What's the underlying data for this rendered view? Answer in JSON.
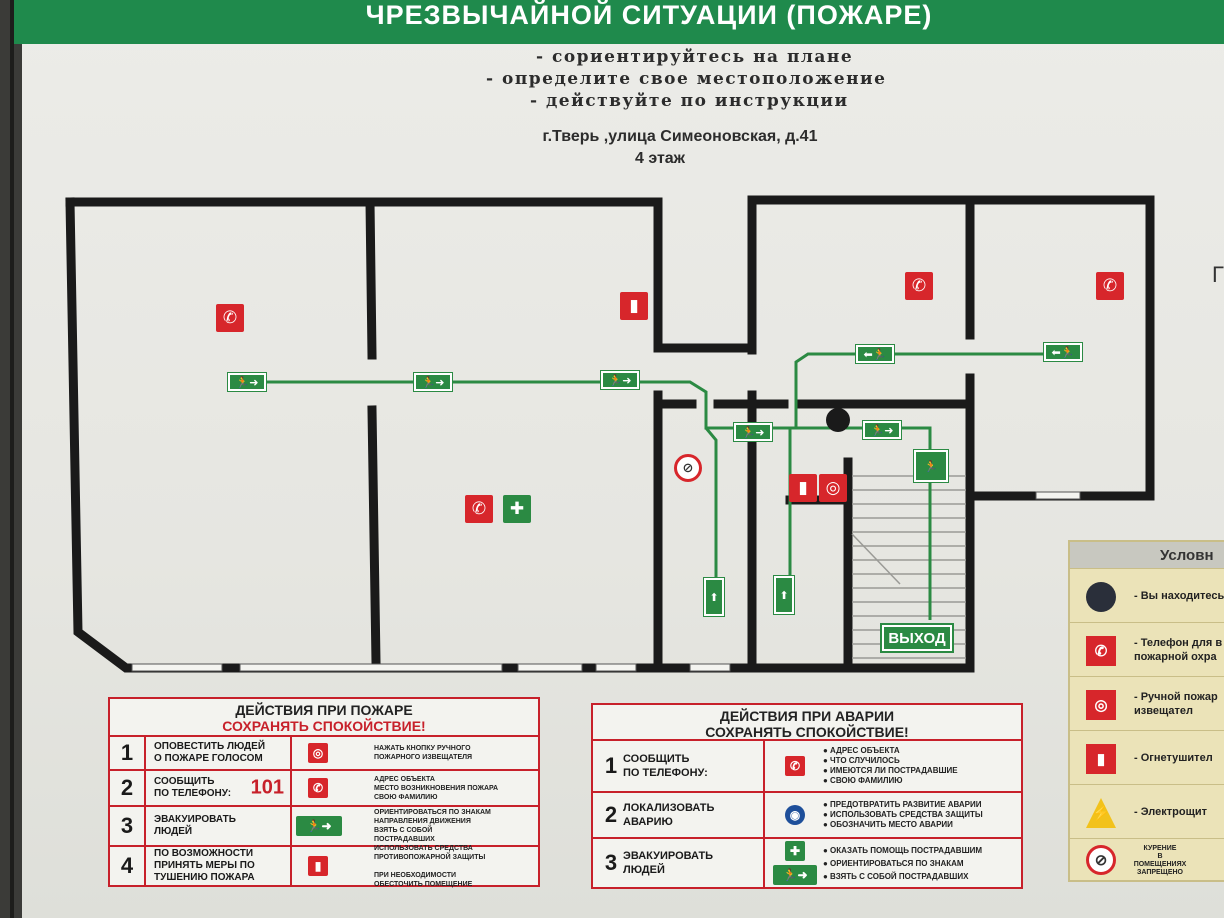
{
  "header": {
    "title": "ЧРЕЗВЫЧАЙНОЙ СИТУАЦИИ (ПОЖАРЕ)"
  },
  "instructions": [
    "- сориентируйтесь на плане",
    "- определите свое местоположение",
    "- действуйте по инструкции"
  ],
  "address": {
    "line": "г.Тверь ,улица Симеоновская, д.41",
    "floor": "4 этаж"
  },
  "plan": {
    "exit_label": "ВЫХОД",
    "colors": {
      "wall": "#1a1a1a",
      "route": "#2b8a43",
      "fire_red": "#d7262b",
      "safety_green": "#2b8a43"
    }
  },
  "fire_panel": {
    "title": "ДЕЙСТВИЯ ПРИ ПОЖАРЕ",
    "subtitle": "СОХРАНЯТЬ СПОКОЙСТВИЕ!",
    "rows": [
      {
        "num": "1",
        "label": "ОПОВЕСТИТЬ ЛЮДЕЙ\nО ПОЖАРЕ   ГОЛОСОМ",
        "icon": "alarm-button-icon",
        "desc": "НАЖАТЬ КНОПКУ РУЧНОГО\nПОЖАРНОГО ИЗВЕЩАТЕЛЯ"
      },
      {
        "num": "2",
        "label": "СООБЩИТЬ\nПО ТЕЛЕФОНУ:",
        "phone": "101",
        "icon": "phone-icon",
        "desc": "АДРЕС ОБЪЕКТА\nМЕСТО ВОЗНИКНОВЕНИЯ ПОЖАРА\nСВОЮ ФАМИЛИЮ"
      },
      {
        "num": "3",
        "label": "ЭВАКУИРОВАТЬ\nЛЮДЕЙ",
        "icon": "exit-arrow-icon",
        "desc": "ОРИЕНТИРОВАТЬСЯ ПО ЗНАКАМ\nНАПРАВЛЕНИЯ ДВИЖЕНИЯ\nВЗЯТЬ С СОБОЙ\nПОСТРАДАВШИХ"
      },
      {
        "num": "4",
        "label": "ПО ВОЗМОЖНОСТИ\nПРИНЯТЬ МЕРЫ ПО\nТУШЕНИЮ ПОЖАРА",
        "icon": "extinguisher-icon",
        "desc": "ИСПОЛЬЗОВАТЬ СРЕДСТВА\nПРОТИВОПОЖАРНОЙ ЗАЩИТЫ\n\nПРИ НЕОБХОДИМОСТИ\nОБЕСТОЧИТЬ ПОМЕЩЕНИЕ"
      }
    ]
  },
  "accident_panel": {
    "title": "ДЕЙСТВИЯ ПРИ АВАРИИ",
    "subtitle": "СОХРАНЯТЬ СПОКОЙСТВИЕ!",
    "rows": [
      {
        "num": "1",
        "label": "СООБЩИТЬ\nПО ТЕЛЕФОНУ:",
        "icon": "phone-icon",
        "desc": "● АДРЕС ОБЪЕКТА\n● ЧТО СЛУЧИЛОСЬ\n● ИМЕЮТСЯ ЛИ ПОСТРАДАВШИЕ\n● СВОЮ ФАМИЛИЮ"
      },
      {
        "num": "2",
        "label": "ЛОКАЛИЗОВАТЬ\nАВАРИЮ",
        "icon": "gas-mask-icon",
        "desc": "● ПРЕДОТВРАТИТЬ РАЗВИТИЕ АВАРИИ\n● ИСПОЛЬЗОВАТЬ СРЕДСТВА ЗАЩИТЫ\n● ОБОЗНАЧИТЬ МЕСТО АВАРИИ"
      },
      {
        "num": "3",
        "label": "ЭВАКУИРОВАТЬ\nЛЮДЕЙ",
        "icon": "first-aid-icon",
        "desc": "● ОКАЗАТЬ ПОМОЩЬ ПОСТРАДАВШИМ\n● ОРИЕНТИРОВАТЬСЯ ПО ЗНАКАМ\n● ВЗЯТЬ С СОБОЙ ПОСТРАДАВШИХ"
      }
    ]
  },
  "legend": {
    "title": "Условн",
    "items": [
      {
        "icon": "you-are-here-icon",
        "text": "- Вы находитесь"
      },
      {
        "icon": "phone-icon",
        "text": "- Телефон для в\nпожарной охра"
      },
      {
        "icon": "alarm-button-icon",
        "text": "- Ручной пожар\nизвещател"
      },
      {
        "icon": "extinguisher-icon",
        "text": "- Огнетушител"
      },
      {
        "icon": "high-voltage-icon",
        "text": "- Электрощит"
      },
      {
        "icon": "no-smoking-icon",
        "text": "КУРЕНИЕ\nВ\nПОМЕЩЕНИЯХ\nЗАПРЕЩЕНО"
      }
    ]
  }
}
